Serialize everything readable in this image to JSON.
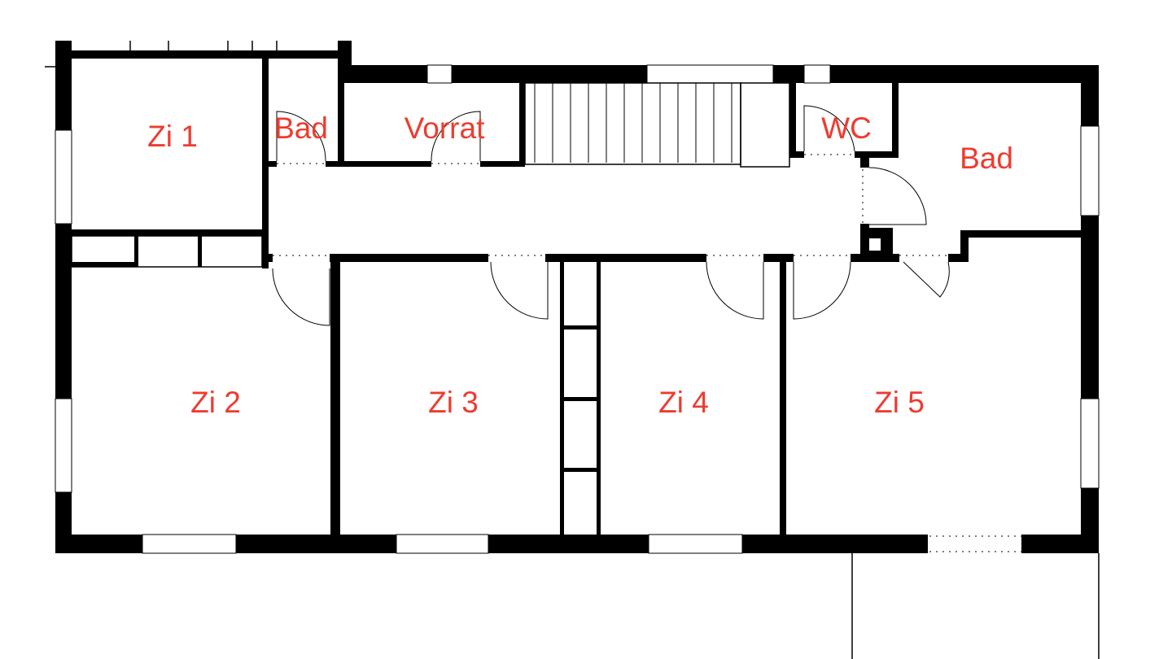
{
  "floor_plan": {
    "rooms": [
      {
        "id": "zi1",
        "label": "Zi 1"
      },
      {
        "id": "bad1",
        "label": "Bad"
      },
      {
        "id": "vorrat",
        "label": "Vorrat"
      },
      {
        "id": "wc",
        "label": "WC"
      },
      {
        "id": "bad2",
        "label": "Bad"
      },
      {
        "id": "zi2",
        "label": "Zi 2"
      },
      {
        "id": "zi3",
        "label": "Zi 3"
      },
      {
        "id": "zi4",
        "label": "Zi 4"
      },
      {
        "id": "zi5",
        "label": "Zi 5"
      }
    ],
    "colors": {
      "walls": "#000000",
      "labels": "#ee3b2f",
      "background": "#ffffff"
    }
  }
}
